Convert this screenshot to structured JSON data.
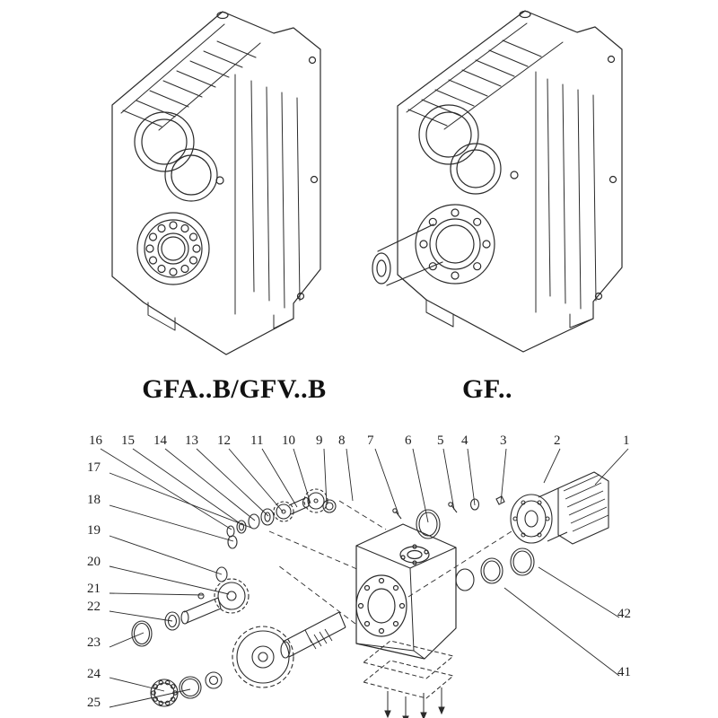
{
  "page": {
    "background": "#ffffff",
    "line_color": "#2b2b2b"
  },
  "models": {
    "left": {
      "label": "GFA..B/GFV..B"
    },
    "right": {
      "label": "GF.."
    }
  },
  "exploded": {
    "top_row": [
      "16",
      "15",
      "14",
      "13",
      "12",
      "11",
      "10",
      "9",
      "8",
      "7",
      "6",
      "5",
      "4",
      "3",
      "2",
      "1"
    ],
    "left_col": [
      "17",
      "18",
      "19",
      "20",
      "21",
      "22",
      "23",
      "24",
      "25"
    ],
    "right_col": [
      "42",
      "41"
    ]
  }
}
